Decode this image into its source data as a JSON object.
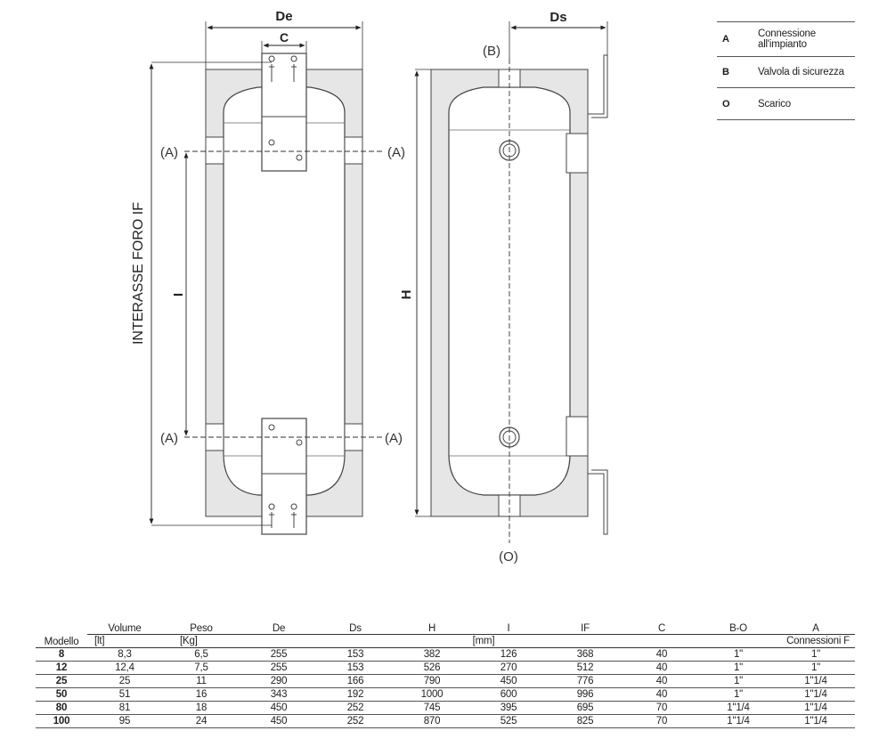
{
  "drawing": {
    "label_De": "De",
    "label_C": "C",
    "label_Ds": "Ds",
    "label_H": "H",
    "label_I": "I",
    "label_IF": "INTERASSE FORO IF",
    "label_A": "(A)",
    "label_B": "(B)",
    "label_O": "(O)"
  },
  "legend": [
    {
      "code": "A",
      "line1": "Connessione",
      "line2": "all'impianto"
    },
    {
      "code": "B",
      "line1": "Valvola di sicurezza",
      "line2": ""
    },
    {
      "code": "O",
      "line1": "Scarico",
      "line2": ""
    }
  ],
  "table": {
    "headers": [
      "Modello",
      "Volume",
      "Peso",
      "De",
      "Ds",
      "H",
      "I",
      "IF",
      "C",
      "B-O",
      "A"
    ],
    "units": {
      "volume": "[lt]",
      "peso": "[Kg]",
      "mm": "[mm]",
      "connessioni": "Connessioni  F"
    },
    "rows": [
      [
        "8",
        "8,3",
        "6,5",
        "255",
        "153",
        "382",
        "126",
        "368",
        "40",
        "1\"",
        "1\""
      ],
      [
        "12",
        "12,4",
        "7,5",
        "255",
        "153",
        "526",
        "270",
        "512",
        "40",
        "1\"",
        "1\""
      ],
      [
        "25",
        "25",
        "11",
        "290",
        "166",
        "790",
        "450",
        "776",
        "40",
        "1\"",
        "1\"1/4"
      ],
      [
        "50",
        "51",
        "16",
        "343",
        "192",
        "1000",
        "600",
        "996",
        "40",
        "1\"",
        "1\"1/4"
      ],
      [
        "80",
        "81",
        "18",
        "450",
        "252",
        "745",
        "395",
        "695",
        "70",
        "1\"1/4",
        "1\"1/4"
      ],
      [
        "100",
        "95",
        "24",
        "450",
        "252",
        "870",
        "525",
        "825",
        "70",
        "1\"1/4",
        "1\"1/4"
      ]
    ]
  }
}
